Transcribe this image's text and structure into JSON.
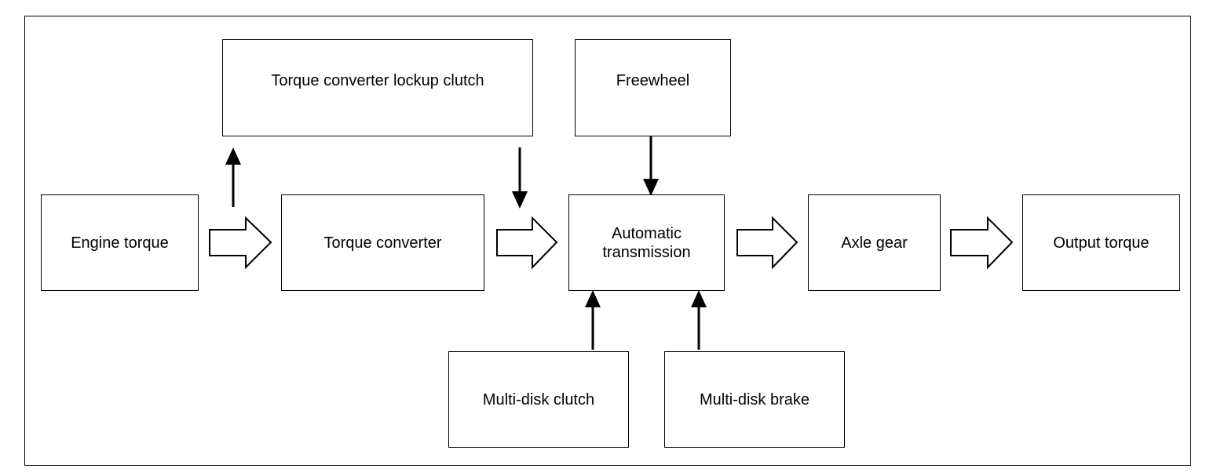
{
  "diagram": {
    "nodes": {
      "engine_torque": "Engine torque",
      "torque_converter": "Torque converter",
      "lockup_clutch": "Torque converter lockup clutch",
      "freewheel": "Freewheel",
      "automatic_transmission": "Automatic\ntransmission",
      "axle_gear": "Axle gear",
      "output_torque": "Output torque",
      "multi_disk_clutch": "Multi-disk clutch",
      "multi_disk_brake": "Multi-disk brake"
    },
    "edges": [
      {
        "from": "engine_torque",
        "to": "torque_converter",
        "style": "hollow-arrow"
      },
      {
        "from": "torque_converter",
        "to": "automatic_transmission",
        "style": "hollow-arrow"
      },
      {
        "from": "automatic_transmission",
        "to": "axle_gear",
        "style": "hollow-arrow"
      },
      {
        "from": "axle_gear",
        "to": "output_torque",
        "style": "hollow-arrow"
      },
      {
        "from": "engine_torque",
        "to": "lockup_clutch",
        "style": "line-arrow"
      },
      {
        "from": "lockup_clutch",
        "to": "automatic_transmission",
        "style": "line-arrow"
      },
      {
        "from": "freewheel",
        "to": "automatic_transmission",
        "style": "line-arrow"
      },
      {
        "from": "multi_disk_clutch",
        "to": "automatic_transmission",
        "style": "line-arrow"
      },
      {
        "from": "multi_disk_brake",
        "to": "automatic_transmission",
        "style": "line-arrow"
      }
    ]
  }
}
